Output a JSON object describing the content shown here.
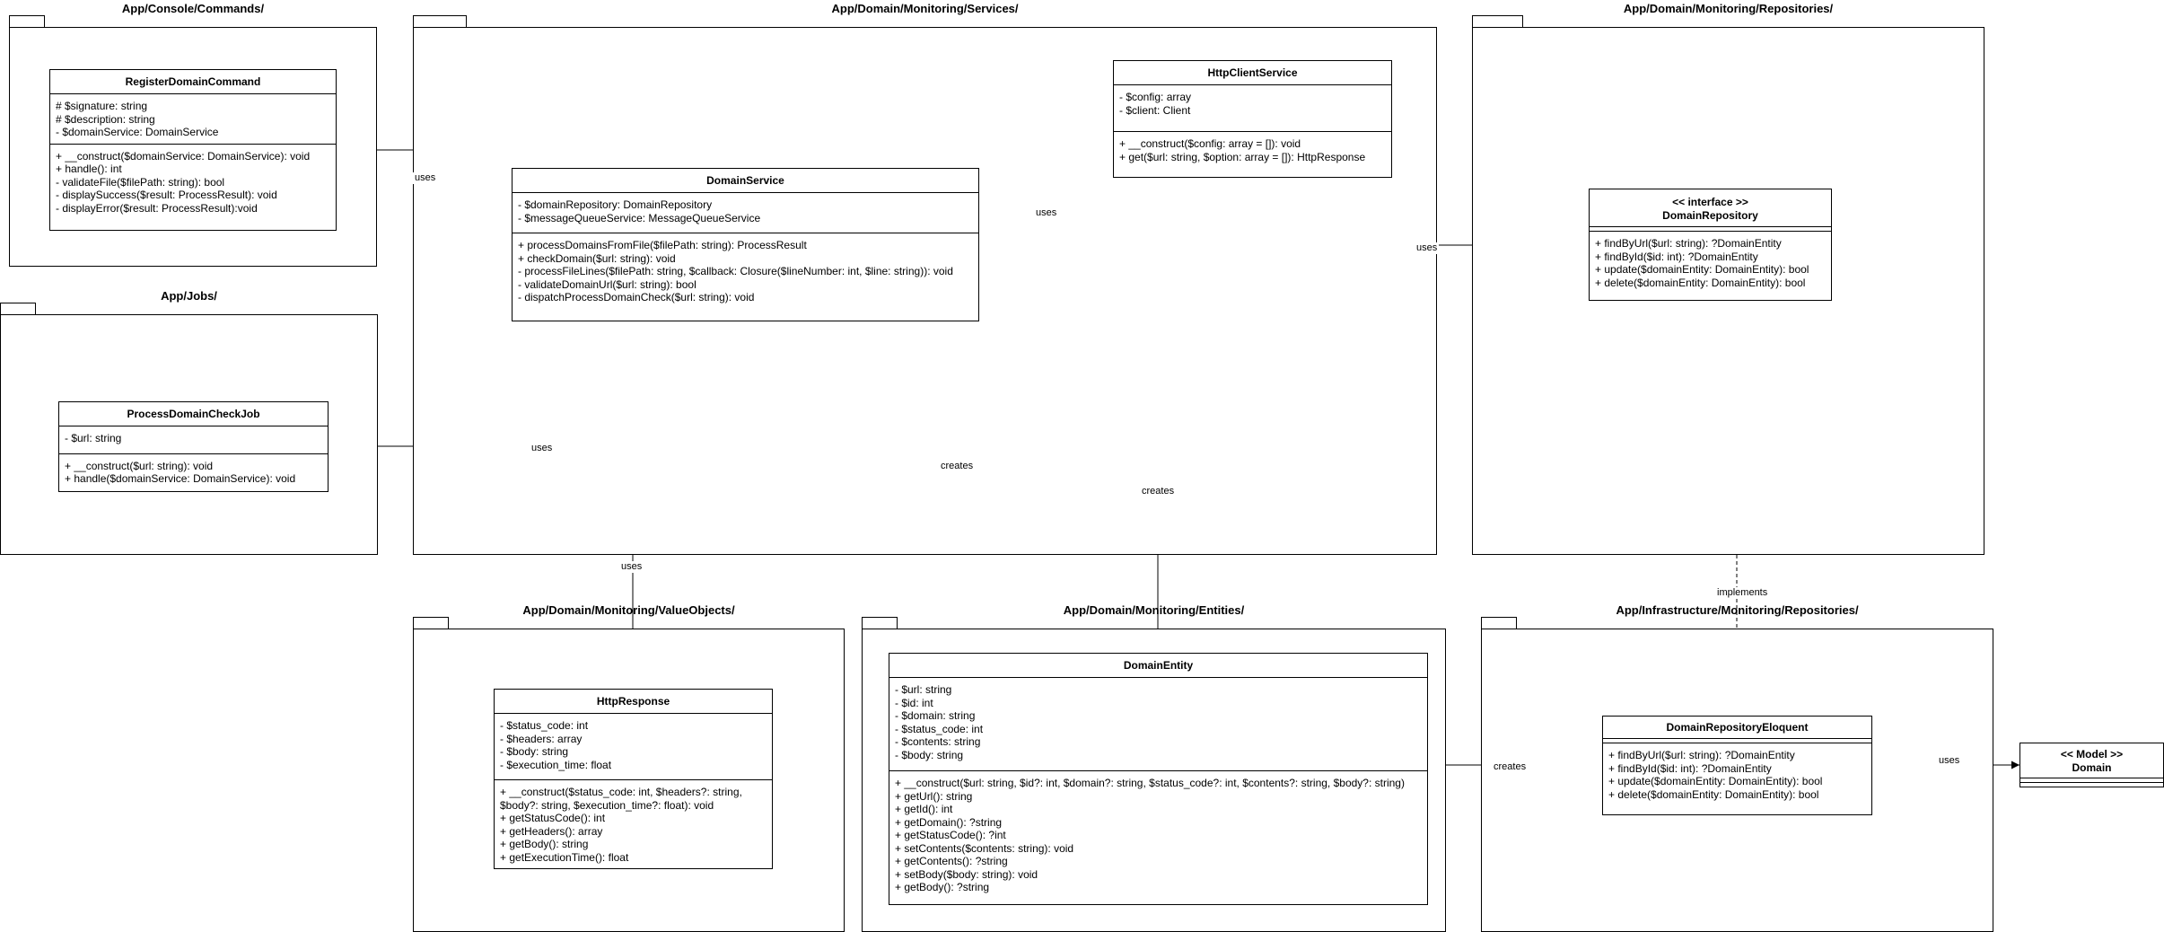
{
  "packages": {
    "console": {
      "title": "App/Console/Commands/"
    },
    "jobs": {
      "title": "App/Jobs/"
    },
    "services": {
      "title": "App/Domain/Monitoring/Services/"
    },
    "repositories": {
      "title": "App/Domain/Monitoring/Repositories/"
    },
    "value_objects": {
      "title": "App/Domain/Monitoring/ValueObjects/"
    },
    "entities": {
      "title": "App/Domain/Monitoring/Entities/"
    },
    "infra_repositories": {
      "title": "App/Infrastructure/Monitoring/Repositories/"
    }
  },
  "classes": {
    "register_domain_command": {
      "name": "RegisterDomainCommand",
      "attributes": [
        "# $signature: string",
        "# $description: string",
        "- $domainService: DomainService"
      ],
      "methods": [
        "+ __construct($domainService: DomainService): void",
        "+ handle(): int",
        "- validateFile($filePath: string): bool",
        "- displaySuccess($result: ProcessResult): void",
        "- displayError($result: ProcessResult):void"
      ]
    },
    "process_domain_check_job": {
      "name": "ProcessDomainCheckJob",
      "attributes": [
        "- $url: string"
      ],
      "methods": [
        "+ __construct($url: string): void",
        "+ handle($domainService: DomainService): void"
      ]
    },
    "domain_service": {
      "name": "DomainService",
      "attributes": [
        "- $domainRepository: DomainRepository",
        "- $messageQueueService: MessageQueueService"
      ],
      "methods": [
        "+ processDomainsFromFile($filePath: string): ProcessResult",
        "+ checkDomain($url: string): void",
        "- processFileLines($filePath: string, $callback: Closure($lineNumber: int, $line: string)): void",
        "- validateDomainUrl($url: string): bool",
        "- dispatchProcessDomainCheck($url: string): void"
      ]
    },
    "http_client_service": {
      "name": "HttpClientService",
      "attributes": [
        "- $config: array",
        "- $client: Client"
      ],
      "methods": [
        "+ __construct($config: array = []): void",
        "+ get($url: string, $option: array = []): HttpResponse"
      ]
    },
    "domain_repository": {
      "stereotype": "<< interface >>",
      "name": "DomainRepository",
      "attributes": [],
      "methods": [
        "+ findByUrl($url: string): ?DomainEntity",
        "+ findById($id: int): ?DomainEntity",
        "+ update($domainEntity: DomainEntity): bool",
        "+ delete($domainEntity: DomainEntity): bool"
      ]
    },
    "http_response": {
      "name": "HttpResponse",
      "attributes": [
        "- $status_code: int",
        "- $headers: array",
        "- $body: string",
        "- $execution_time: float"
      ],
      "methods": [
        "+ __construct($status_code: int, $headers?: string,",
        "$body?: string, $execution_time?: float): void",
        "+ getStatusCode(): int",
        "+ getHeaders(): array",
        "+ getBody(): string",
        "+ getExecutionTime(): float"
      ]
    },
    "domain_entity": {
      "name": "DomainEntity",
      "attributes": [
        "- $url: string",
        "- $id: int",
        "- $domain: string",
        "- $status_code: int",
        "- $contents: string",
        "- $body: string"
      ],
      "methods": [
        "+ __construct($url: string, $id?: int, $domain?: string, $status_code?: int, $contents?: string, $body?: string)",
        "+ getUrl(): string",
        "+ getId(): int",
        "+ getDomain(): ?string",
        "+ getStatusCode(): ?int",
        "+ setContents($contents: string): void",
        "+ getContents(): ?string",
        "+ setBody($body: string): void",
        "+ getBody(): ?string"
      ]
    },
    "domain_repository_eloquent": {
      "name": "DomainRepositoryEloquent",
      "attributes": [],
      "methods": [
        "+ findByUrl($url: string): ?DomainEntity",
        "+ findById($id: int): ?DomainEntity",
        "+ update($domainEntity: DomainEntity): bool",
        "+ delete($domainEntity: DomainEntity): bool"
      ]
    },
    "domain_model": {
      "stereotype": "<< Model >>",
      "name": "Domain",
      "attributes": [],
      "methods": []
    }
  },
  "relations": {
    "command_uses_service": "uses",
    "job_uses_service": "uses",
    "service_uses_http_client": "uses",
    "service_uses_repository": "uses",
    "service_uses_http_response": "uses",
    "http_client_creates_response": "creates",
    "service_creates_entity": "creates",
    "eloquent_implements_repository": "implements",
    "eloquent_creates_entity": "creates",
    "eloquent_uses_model": "uses"
  }
}
